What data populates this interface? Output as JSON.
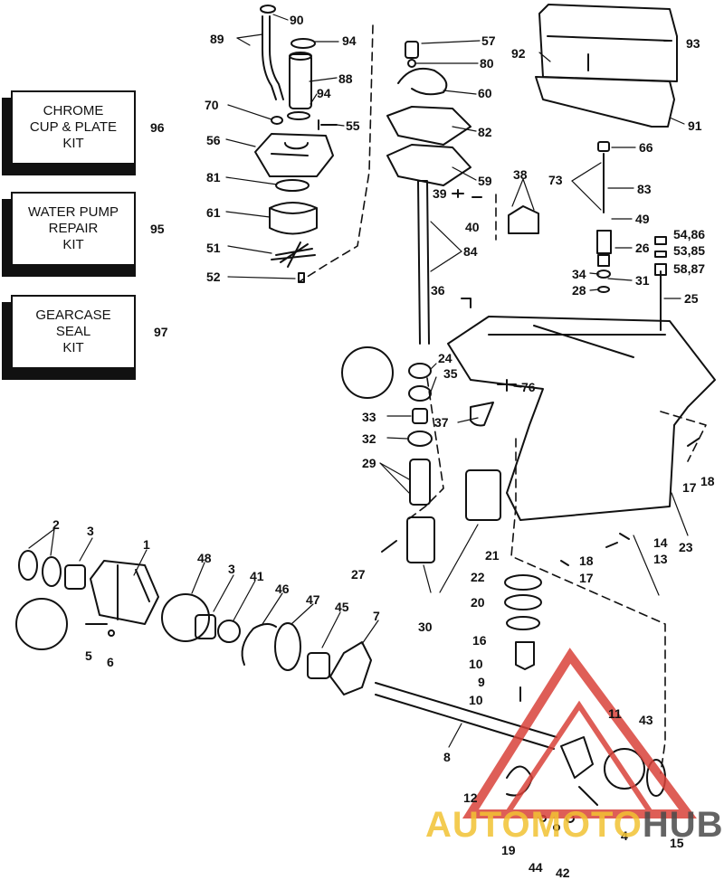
{
  "kits": [
    {
      "text": "CHROME\nCUP & PLATE\nKIT",
      "number": "96"
    },
    {
      "text": "WATER PUMP\nREPAIR\nKIT",
      "number": "95"
    },
    {
      "text": "GEARCASE\nSEAL\nKIT",
      "number": "97"
    }
  ],
  "callouts": [
    "90",
    "89",
    "94",
    "88",
    "94",
    "70",
    "55",
    "56",
    "81",
    "61",
    "51",
    "52",
    "57",
    "80",
    "60",
    "82",
    "59",
    "39",
    "40",
    "38",
    "84",
    "36",
    "92",
    "93",
    "91",
    "66",
    "73",
    "83",
    "49",
    "26",
    "54,86",
    "53,85",
    "58,87",
    "34",
    "31",
    "28",
    "25",
    "24",
    "35",
    "76",
    "33",
    "37",
    "32",
    "29",
    "18",
    "17",
    "14",
    "13",
    "18",
    "17",
    "23",
    "27",
    "30",
    "2",
    "3",
    "1",
    "48",
    "3",
    "41",
    "46",
    "47",
    "45",
    "7",
    "5",
    "6",
    "21",
    "22",
    "20",
    "16",
    "10",
    "9",
    "10",
    "8",
    "11",
    "43",
    "12",
    "4",
    "19",
    "44",
    "42",
    "15"
  ],
  "watermark": {
    "part1": "AUTOMOTO",
    "part2": "HUB",
    "color1": "#f2c233",
    "color2": "#4a4a4a",
    "logo_color": "#d9423a"
  }
}
